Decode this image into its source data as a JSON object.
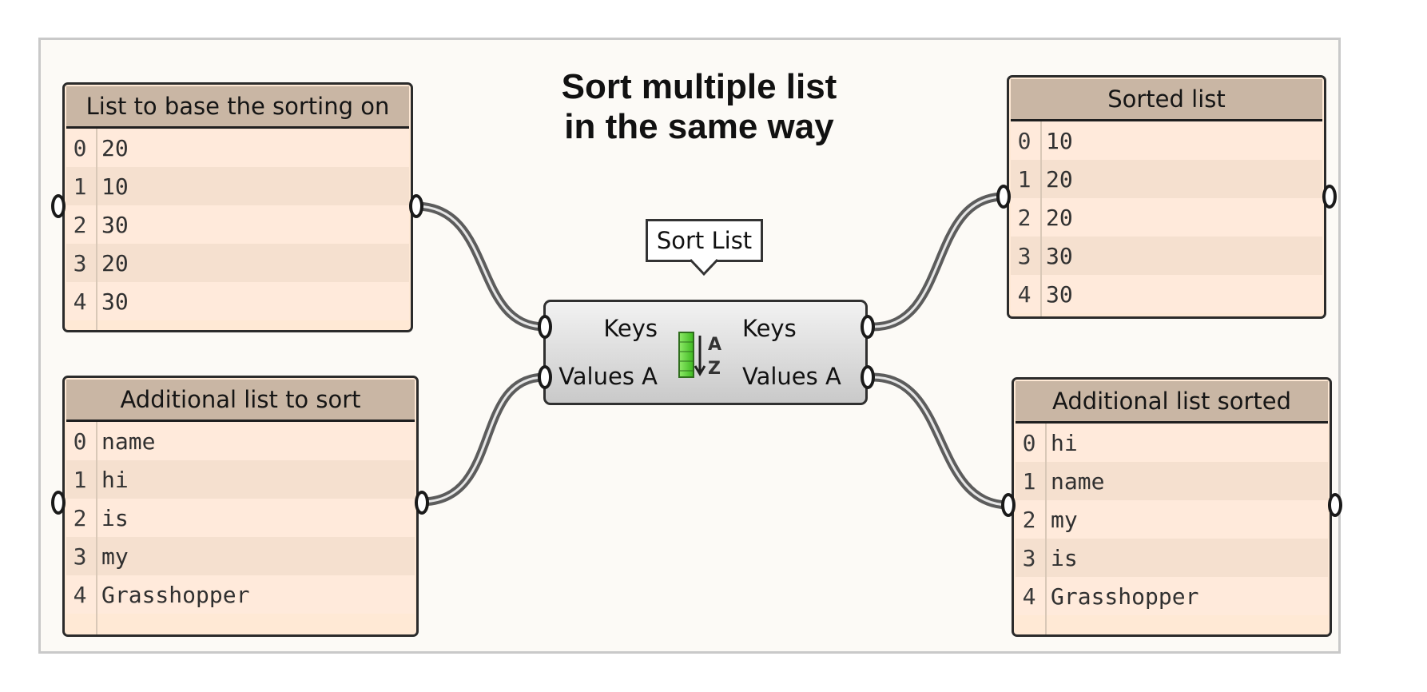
{
  "title": {
    "line1": "Sort multiple list",
    "line2": "in the same way"
  },
  "panels": {
    "keys_input": {
      "title": "List to base the sorting on",
      "rows": [
        {
          "index": "0",
          "value": "20"
        },
        {
          "index": "1",
          "value": "10"
        },
        {
          "index": "2",
          "value": "30"
        },
        {
          "index": "3",
          "value": "20"
        },
        {
          "index": "4",
          "value": "30"
        }
      ]
    },
    "values_input": {
      "title": "Additional list to sort",
      "rows": [
        {
          "index": "0",
          "value": "name"
        },
        {
          "index": "1",
          "value": "hi"
        },
        {
          "index": "2",
          "value": "is"
        },
        {
          "index": "3",
          "value": "my"
        },
        {
          "index": "4",
          "value": "Grasshopper"
        }
      ]
    },
    "keys_output": {
      "title": "Sorted list",
      "rows": [
        {
          "index": "0",
          "value": "10"
        },
        {
          "index": "1",
          "value": "20"
        },
        {
          "index": "2",
          "value": "20"
        },
        {
          "index": "3",
          "value": "30"
        },
        {
          "index": "4",
          "value": "30"
        }
      ]
    },
    "values_output": {
      "title": "Additional list sorted",
      "rows": [
        {
          "index": "0",
          "value": "hi"
        },
        {
          "index": "1",
          "value": "name"
        },
        {
          "index": "2",
          "value": "my"
        },
        {
          "index": "3",
          "value": "is"
        },
        {
          "index": "4",
          "value": "Grasshopper"
        }
      ]
    }
  },
  "component": {
    "tooltip": "Sort List",
    "icon": "sort-az-icon",
    "inputs": [
      "Keys",
      "Values A"
    ],
    "outputs": [
      "Keys",
      "Values A"
    ]
  },
  "colors": {
    "canvas": "#fcfaf6",
    "panel_body": "#ffe9d5",
    "panel_header": "#c9b6a4",
    "wire": "#6a6a6a",
    "icon_green": "#5fd23c"
  }
}
